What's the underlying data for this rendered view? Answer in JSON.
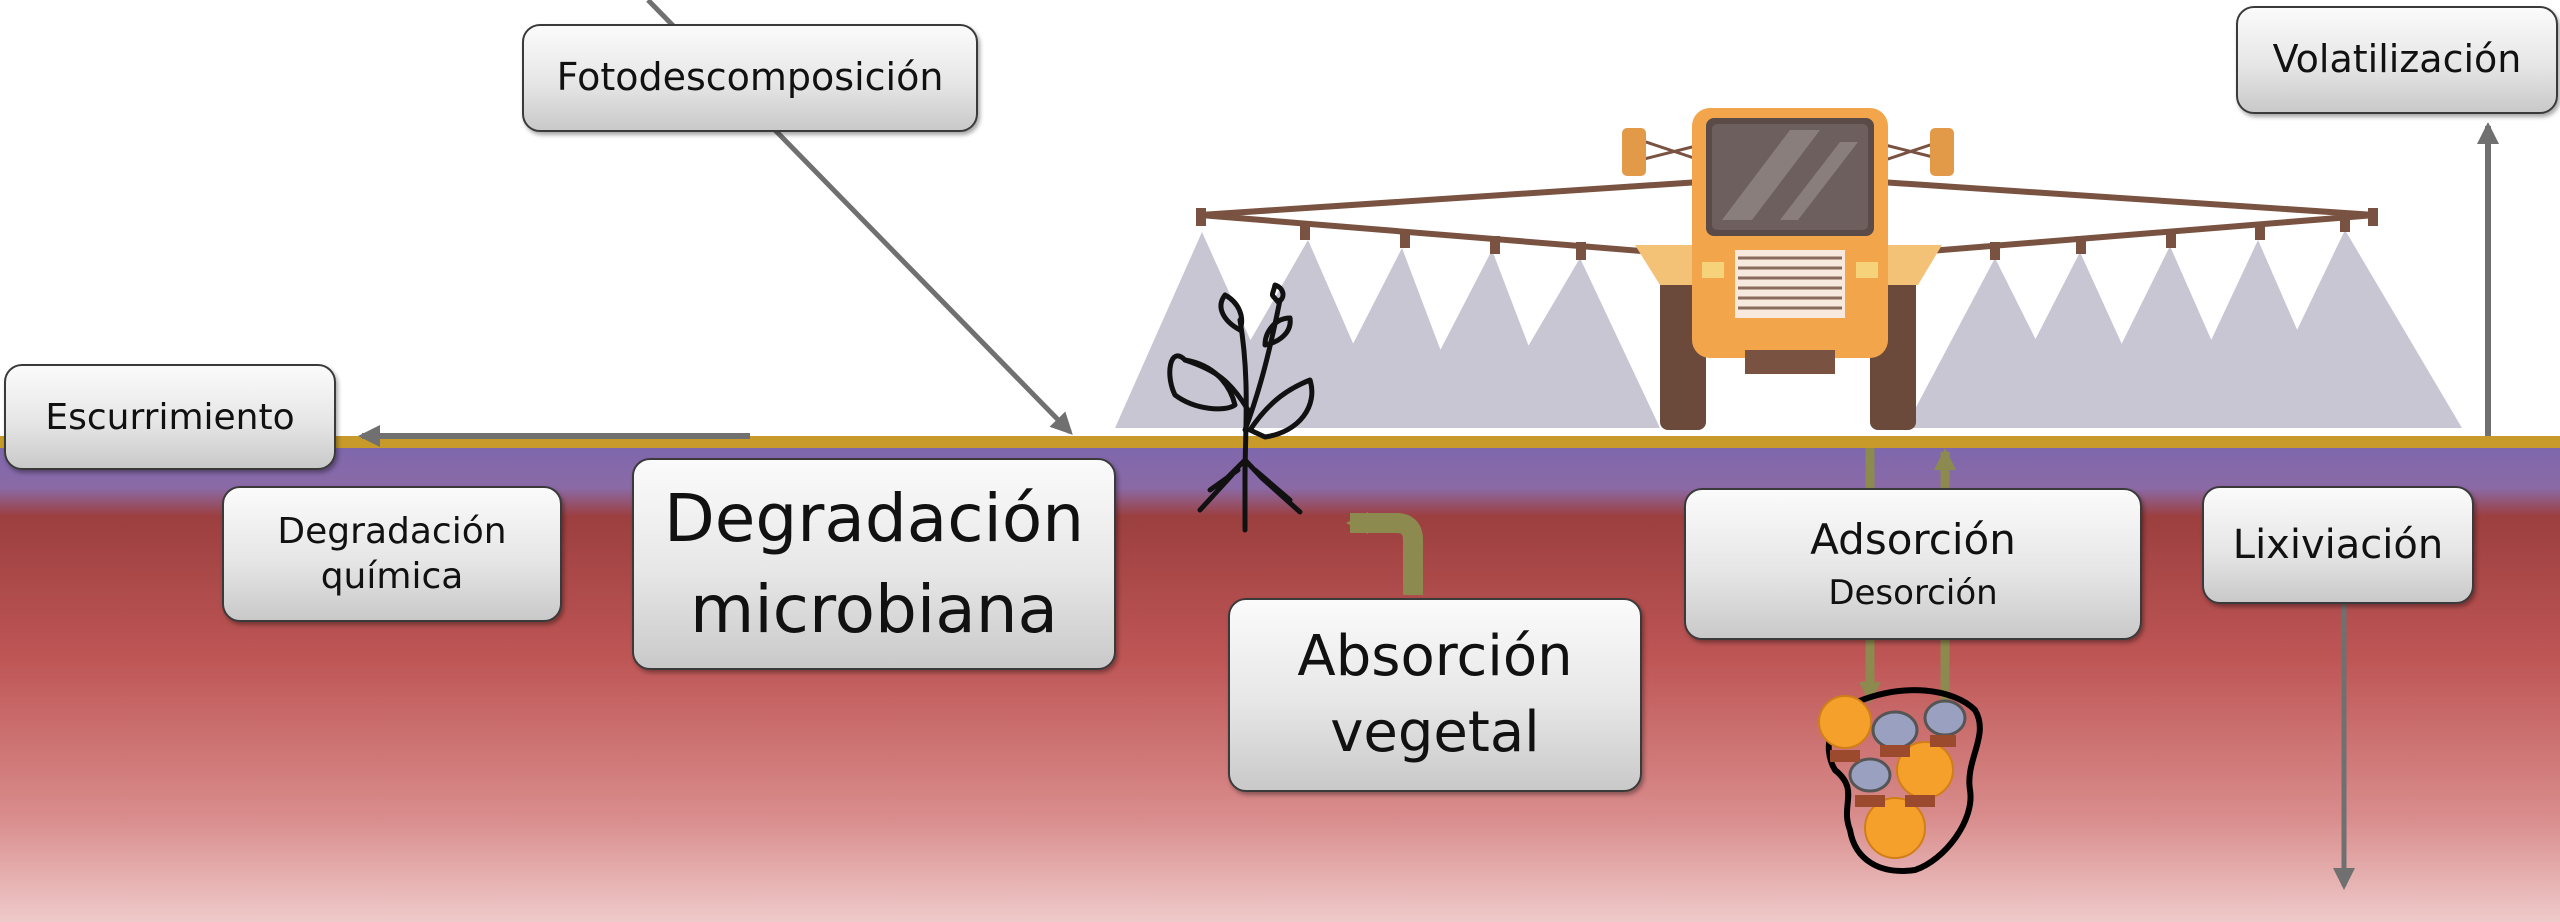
{
  "labels": {
    "photodecomposition": "Fotodescomposición",
    "volatilization": "Volatilización",
    "runoff": "Escurrimiento",
    "chemical_degradation": [
      "Degradación",
      "química"
    ],
    "microbial_degradation": [
      "Degradación",
      "microbiana"
    ],
    "plant_absorption": [
      "Absorción",
      "vegetal"
    ],
    "adsorption": "Adsorción",
    "desorption": "Desorción",
    "leaching": "Lixiviación"
  },
  "colors": {
    "soil_surface": "#c79a2a",
    "topsoil": "#8a6aad",
    "soil_dark": "#9e3a3a",
    "soil_light": "#ecc4c4",
    "arrow_gray": "#707070",
    "arrow_olive": "#8c8a4e",
    "tractor": "#f2a54a",
    "spray_cone": "#c9c6d4",
    "particle": "#f4a02a"
  },
  "icons": [
    "sprayer-tractor-icon",
    "plant-seedling-icon",
    "soil-particle-cluster-icon"
  ]
}
